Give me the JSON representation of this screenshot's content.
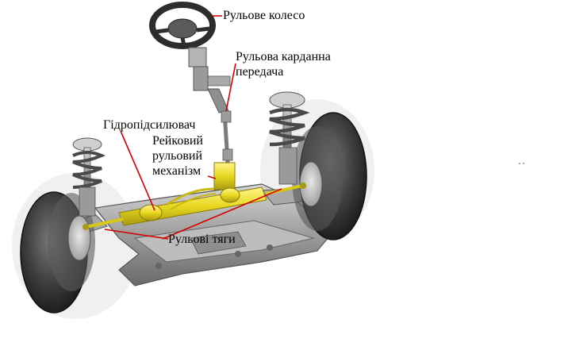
{
  "labels": {
    "steering_wheel": "Рульове колесо",
    "cardan_line1": "Рульова карданна",
    "cardan_line2": "передача",
    "power_steering": "Гідропідсилювач",
    "rack_line1": "Рейковий",
    "rack_line2": "рульовий",
    "rack_line3": "механізм",
    "tie_rods": "Рульові тяги"
  },
  "colors": {
    "leader_line": "#d40000",
    "highlight": "#f0e020",
    "metal": "#8a8a8a",
    "tire": "#3a3a3a",
    "background": "#ffffff"
  }
}
